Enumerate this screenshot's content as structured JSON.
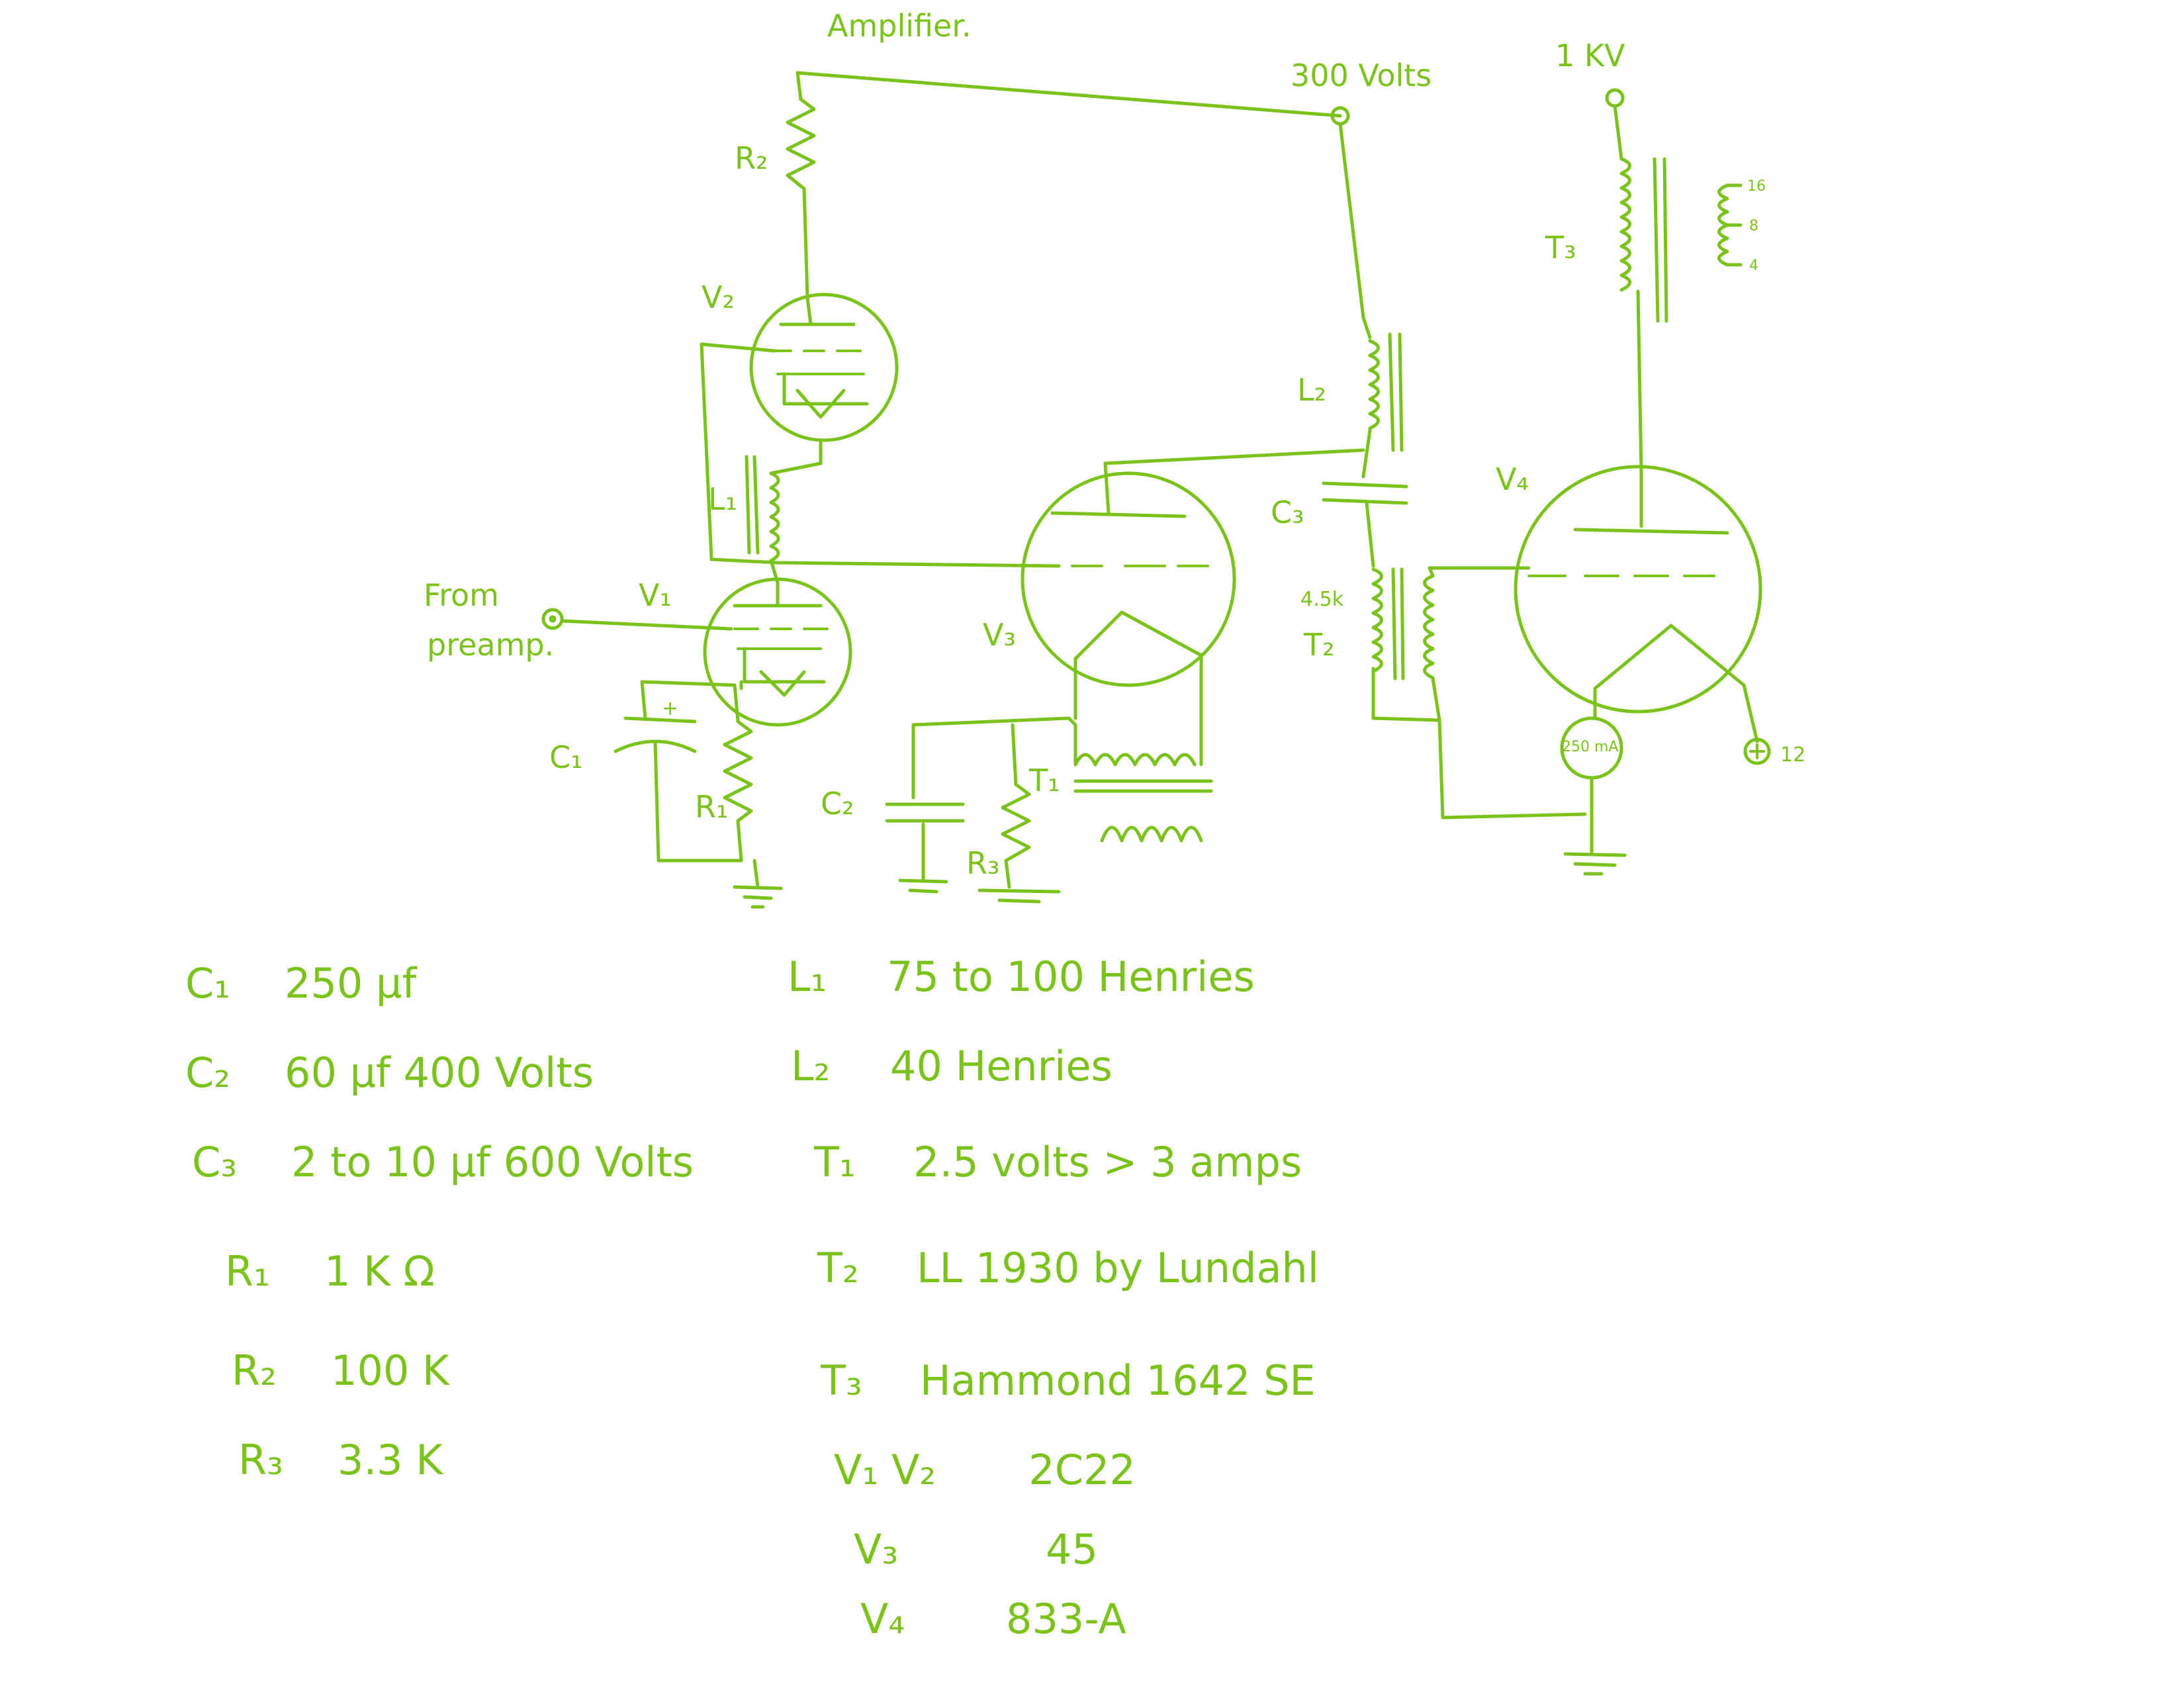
{
  "title": "Amplifier.",
  "supply": {
    "v300": "300 Volts",
    "kv1": "1 KV"
  },
  "inputs": {
    "from_preamp_1": "From",
    "from_preamp_2": "preamp."
  },
  "labels": {
    "V1": "V₁",
    "V2": "V₂",
    "V3": "V₃",
    "V4": "V₄",
    "R1": "R₁",
    "R2": "R₂",
    "R3": "R₃",
    "C1": "C₁",
    "C2": "C₂",
    "C3": "C₃",
    "L1": "L₁",
    "L2": "L₂",
    "T1": "T₁",
    "T2": "T₂",
    "T3": "T₃",
    "t2_impedance": "4.5k",
    "meter": "250 mA",
    "plus12": "12",
    "plus": "+",
    "taps": [
      "16",
      "8",
      "4"
    ]
  },
  "parts_left": [
    {
      "name": "C₁",
      "value": "250 µf"
    },
    {
      "name": "C₂",
      "value": "60 µf 400 Volts"
    },
    {
      "name": "C₃",
      "value": "2 to 10 µf 600 Volts"
    },
    {
      "name": "R₁",
      "value": "1 K Ω"
    },
    {
      "name": "R₂",
      "value": "100 K"
    },
    {
      "name": "R₃",
      "value": "3.3 K"
    }
  ],
  "parts_right": [
    {
      "name": "L₁",
      "value": "75 to 100 Henries"
    },
    {
      "name": "L₂",
      "value": "40 Henries"
    },
    {
      "name": "T₁",
      "value": "2.5 volts > 3 amps"
    },
    {
      "name": "T₂",
      "value": "LL 1930 by Lundahl"
    },
    {
      "name": "T₃",
      "value": "Hammond 1642 SE"
    },
    {
      "name": "V₁ V₂",
      "value": "2C22"
    },
    {
      "name": "V₃",
      "value": "45"
    },
    {
      "name": "V₄",
      "value": "833-A"
    }
  ],
  "colors": {
    "ink": "#7cc21c"
  }
}
